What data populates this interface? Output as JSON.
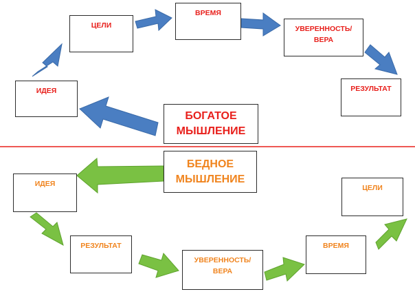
{
  "colors": {
    "rich_text": "#e8201c",
    "poor_text": "#f0841e",
    "divider": "#e8201c",
    "blue_arrow": "#4a7ec2",
    "green_arrow": "#7ac143"
  },
  "rich": {
    "title_line1": "БОГАТОЕ",
    "title_line2": "МЫШЛЕНИЕ",
    "idea": "ИДЕЯ",
    "goals": "ЦЕЛИ",
    "time": "ВРЕМЯ",
    "confidence_line1": "УВЕРЕННОСТЬ/",
    "confidence_line2": "ВЕРА",
    "result": "РЕЗУЛЬТАТ"
  },
  "poor": {
    "title_line1": "БЕДНОЕ",
    "title_line2": "МЫШЛЕНИЕ",
    "idea": "ИДЕЯ",
    "result": "РЕЗУЛЬТАТ",
    "confidence_line1": "УВЕРЕННОСТЬ/",
    "confidence_line2": "ВЕРА",
    "time": "ВРЕМЯ",
    "goals": "ЦЕЛИ"
  }
}
